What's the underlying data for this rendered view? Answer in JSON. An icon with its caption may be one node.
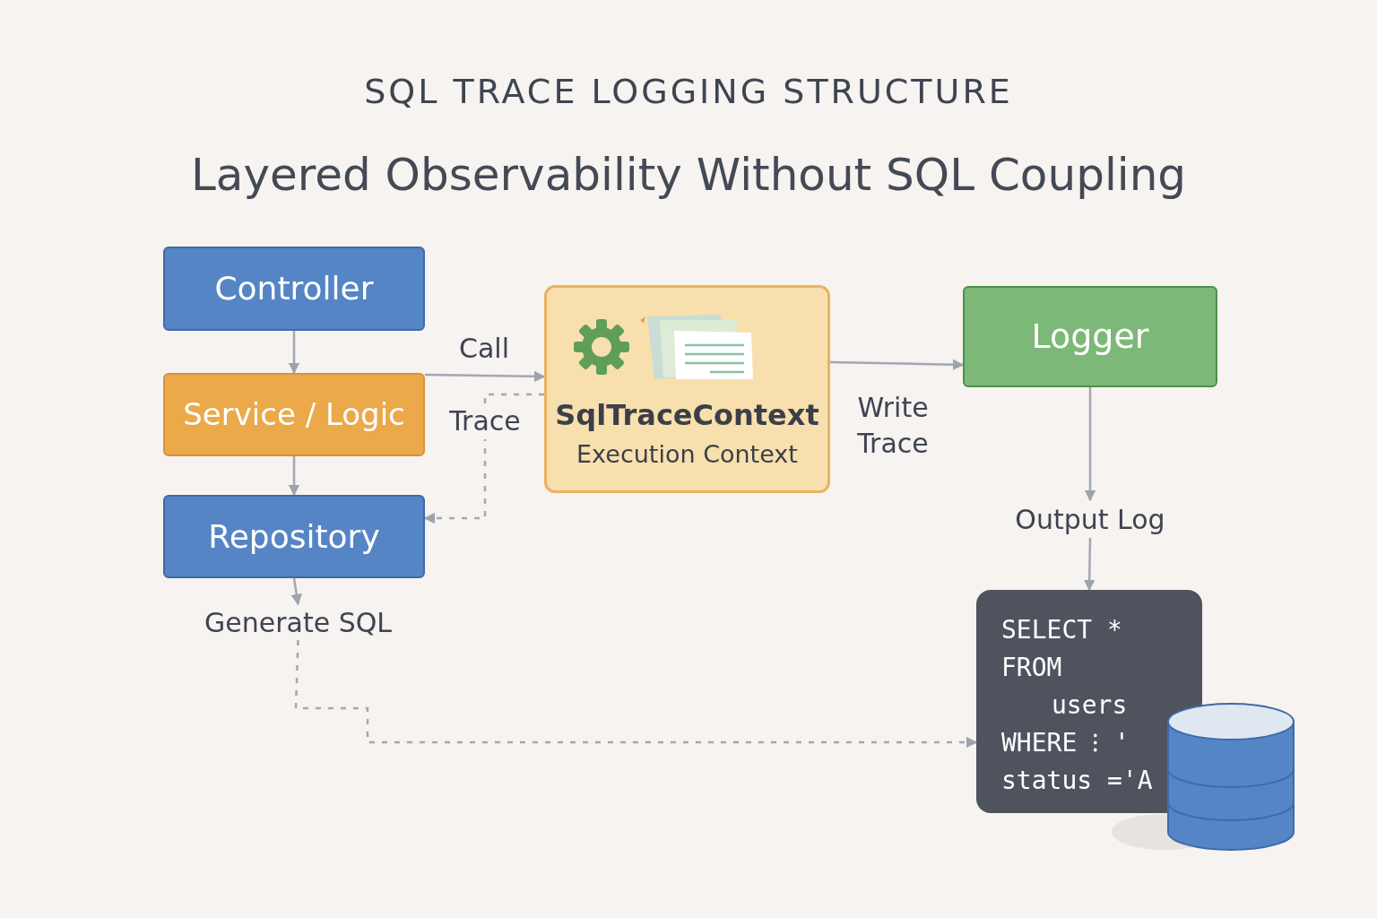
{
  "diagram": {
    "title": "SQL TRACE LOGGING STRUCTURE",
    "nodes": [
      {
        "text": [
          "Controller"
        ]
      },
      {
        "text": [
          "Service / Logic"
        ]
      },
      {
        "text": [
          "Repository"
        ]
      },
      {
        "text": [
          "SqlTraceContext",
          "Execution Context"
        ]
      },
      {
        "text": [
          "Logger"
        ]
      },
      {
        "text": [
          "Output Log"
        ]
      },
      {
        "text": [
          "Generate SQL"
        ]
      },
      {
        "text": [
          "SELECT *",
          "FROM",
          "users",
          "WHERE ⁝ '",
          "status ='A"
        ]
      }
    ],
    "edges": [
      {
        "from": 0,
        "to": 1,
        "arrow": "to"
      },
      {
        "from": 1,
        "to": 2,
        "arrow": "to"
      },
      {
        "from": 1,
        "to": 3,
        "arrow": "to",
        "label": "Call"
      },
      {
        "from": 3,
        "to": 2,
        "arrow": "to",
        "label": "Trace",
        "style": "dashed"
      },
      {
        "from": 3,
        "to": 4,
        "arrow": "to",
        "label": "Write Trace"
      },
      {
        "from": 4,
        "to": 5,
        "arrow": "to"
      },
      {
        "from": 5,
        "to": 7,
        "arrow": "to"
      },
      {
        "from": 2,
        "to": 6,
        "arrow": "to"
      },
      {
        "from": 6,
        "to": 7,
        "arrow": "to",
        "style": "dashed"
      }
    ],
    "labels": [
      "Layered Observability Without SQL Coupling"
    ]
  }
}
